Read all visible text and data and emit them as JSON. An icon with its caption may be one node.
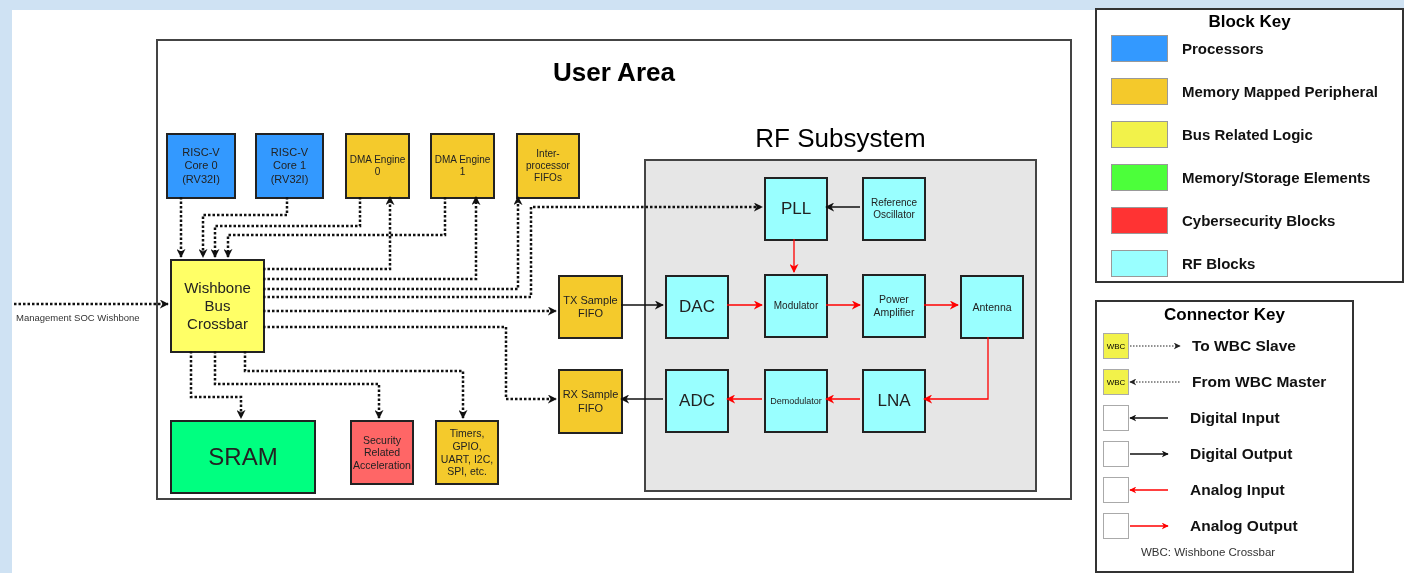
{
  "diagram": {
    "nodes": [
      {
        "text": [
          "User Area"
        ]
      },
      {
        "text": [
          "RISC-V Core 0 (RV32I)"
        ],
        "in": 0
      },
      {
        "text": [
          "RISC-V Core 1 (RV32I)"
        ],
        "in": 0
      },
      {
        "text": [
          "DMA Engine 0"
        ],
        "in": 0
      },
      {
        "text": [
          "DMA Engine 1"
        ],
        "in": 0
      },
      {
        "text": [
          "Inter-processor FIFOs"
        ],
        "in": 0
      },
      {
        "text": [
          "Wishbone Bus Crossbar"
        ],
        "in": 0
      },
      {
        "text": [
          "TX Sample FIFO"
        ],
        "in": 0
      },
      {
        "text": [
          "RX Sample FIFO"
        ],
        "in": 0
      },
      {
        "text": [
          "SRAM"
        ],
        "in": 0
      },
      {
        "text": [
          "Security Related Acceleration"
        ],
        "in": 0
      },
      {
        "text": [
          "Timers, GPIO, UART, I2C, SPI, etc."
        ],
        "in": 0
      },
      {
        "text": [
          "RF Subsystem"
        ],
        "in": 0
      },
      {
        "text": [
          "PLL"
        ],
        "in": 12
      },
      {
        "text": [
          "Reference Oscillator"
        ],
        "in": 12
      },
      {
        "text": [
          "DAC"
        ],
        "in": 12
      },
      {
        "text": [
          "Modulator"
        ],
        "in": 12
      },
      {
        "text": [
          "Power Amplifier"
        ],
        "in": 12
      },
      {
        "text": [
          "Antenna"
        ],
        "in": 12
      },
      {
        "text": [
          "ADC"
        ],
        "in": 12
      },
      {
        "text": [
          "Demodulator"
        ],
        "in": 12
      },
      {
        "text": [
          "LNA"
        ],
        "in": 12
      }
    ],
    "edges": [
      {
        "from": null,
        "to": 6,
        "arrow": "to",
        "style": "dashed",
        "label": "Management SOC Wishbone"
      },
      {
        "from": 1,
        "to": 6,
        "arrow": "to",
        "style": "dashed"
      },
      {
        "from": 2,
        "to": 6,
        "arrow": "to",
        "style": "dashed"
      },
      {
        "from": 3,
        "to": 6,
        "arrow": "to",
        "style": "dashed"
      },
      {
        "from": 4,
        "to": 6,
        "arrow": "to",
        "style": "dashed"
      },
      {
        "from": 6,
        "to": 3,
        "arrow": "to",
        "style": "dashed"
      },
      {
        "from": 6,
        "to": 4,
        "arrow": "to",
        "style": "dashed"
      },
      {
        "from": 6,
        "to": 5,
        "arrow": "to",
        "style": "dashed"
      },
      {
        "from": 6,
        "to": 13,
        "arrow": "to",
        "style": "dashed"
      },
      {
        "from": 6,
        "to": 7,
        "arrow": "to",
        "style": "dashed"
      },
      {
        "from": 6,
        "to": 8,
        "arrow": "to",
        "style": "dashed"
      },
      {
        "from": 6,
        "to": 9,
        "arrow": "to",
        "style": "dashed"
      },
      {
        "from": 6,
        "to": 10,
        "arrow": "to",
        "style": "dashed"
      },
      {
        "from": 6,
        "to": 11,
        "arrow": "to",
        "style": "dashed"
      },
      {
        "from": 14,
        "to": 13,
        "arrow": "to"
      },
      {
        "from": 7,
        "to": 15,
        "arrow": "to"
      },
      {
        "from": 19,
        "to": 8,
        "arrow": "to"
      },
      {
        "from": 13,
        "to": 16,
        "arrow": "to",
        "color": "#ff0000"
      },
      {
        "from": 15,
        "to": 16,
        "arrow": "to",
        "color": "#ff0000"
      },
      {
        "from": 16,
        "to": 17,
        "arrow": "to",
        "color": "#ff0000"
      },
      {
        "from": 17,
        "to": 18,
        "arrow": "to",
        "color": "#ff0000"
      },
      {
        "from": 18,
        "to": 21,
        "arrow": "to",
        "color": "#ff0000"
      },
      {
        "from": 21,
        "to": 20,
        "arrow": "to",
        "color": "#ff0000"
      },
      {
        "from": 20,
        "to": 19,
        "arrow": "to",
        "color": "#ff0000"
      }
    ],
    "labels": [
      "Block Key",
      "Connector Key",
      "WBC",
      "WBC",
      "WBC: Wishbone Crossbar"
    ],
    "legend": [
      {
        "text": "Processors",
        "color": "#3399ff"
      },
      {
        "text": "Memory Mapped Peripheral",
        "color": "#f4c92b"
      },
      {
        "text": "Bus Related Logic",
        "color": "#f2f24a"
      },
      {
        "text": "Memory/Storage Elements",
        "color": "#4cff3a"
      },
      {
        "text": "Cybersecurity Blocks",
        "color": "#ff3333"
      },
      {
        "text": "RF Blocks",
        "color": "#99ffff"
      },
      {
        "text": "To WBC Slave"
      },
      {
        "text": "From WBC Master"
      },
      {
        "text": "Digital Input"
      },
      {
        "text": "Digital Output"
      },
      {
        "text": "Analog Input"
      },
      {
        "text": "Analog Output"
      }
    ]
  }
}
